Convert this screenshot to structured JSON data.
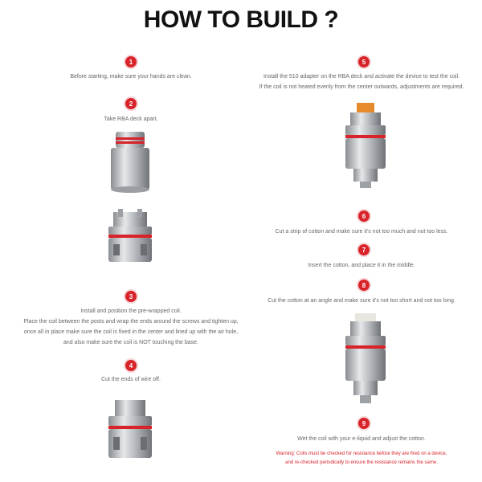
{
  "title": "HOW TO BUILD ?",
  "steps": [
    {
      "num": "1",
      "lines": [
        "Before starting, make sure your hands are clean."
      ]
    },
    {
      "num": "2",
      "lines": [
        "Take RBA deck apart."
      ]
    },
    {
      "num": "3",
      "lines": [
        "Install and position the pre-wrapped coil.",
        "Place the coil between the posts and wrap the ends around the screws and tighten up,",
        "once all in place make sure the coil is fixed in the center and lined up with the air hole,",
        "and also make sure the coil is NOT touching the base."
      ]
    },
    {
      "num": "4",
      "lines": [
        "Cut the ends of wire off."
      ]
    },
    {
      "num": "5",
      "lines": [
        "Install the 510 adapter on the RBA deck and activate the device to test the coil.",
        "If the coil is not heated evenly from the center outwards, adjustments are required."
      ]
    },
    {
      "num": "6",
      "lines": [
        "Cut a strip of cotton and make sure it's not too much and not too less."
      ]
    },
    {
      "num": "7",
      "lines": [
        "Insert the cotton, and place it in the middle."
      ]
    },
    {
      "num": "8",
      "lines": [
        "Cut the cotton at an angle and make sure it's not too short and not too long."
      ]
    },
    {
      "num": "9",
      "lines": [
        "Wet the coil with your e-liquid and adjust the cotton."
      ]
    }
  ],
  "warning": {
    "lines": [
      "Warning: Coils must be checked for resistance before they are fired on a device,",
      "and re-checked periodically to ensure the resistance remains the same."
    ]
  },
  "colors": {
    "accent": "#d8232a",
    "text": "#666666",
    "title": "#111111"
  }
}
